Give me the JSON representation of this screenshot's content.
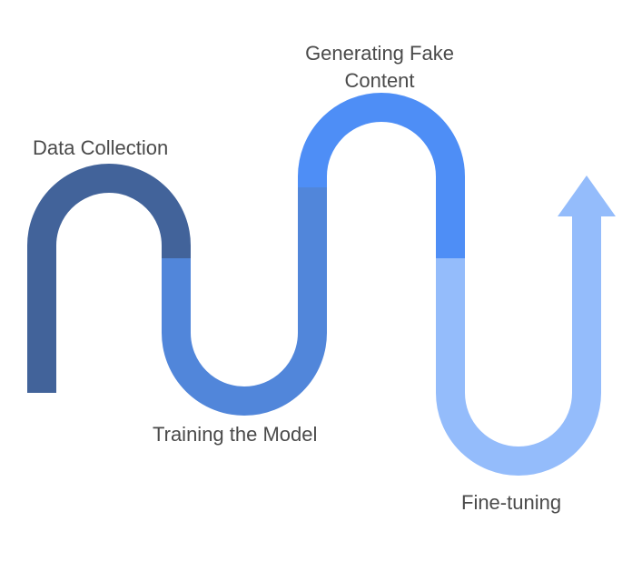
{
  "stages": [
    {
      "label": "Data Collection",
      "color": "#42639a"
    },
    {
      "label": "Training the Model",
      "color": "#5186da"
    },
    {
      "label": "Generating Fake Content",
      "color": "#4e8ef6"
    },
    {
      "label": "Fine-tuning",
      "color": "#94bcfb"
    }
  ]
}
